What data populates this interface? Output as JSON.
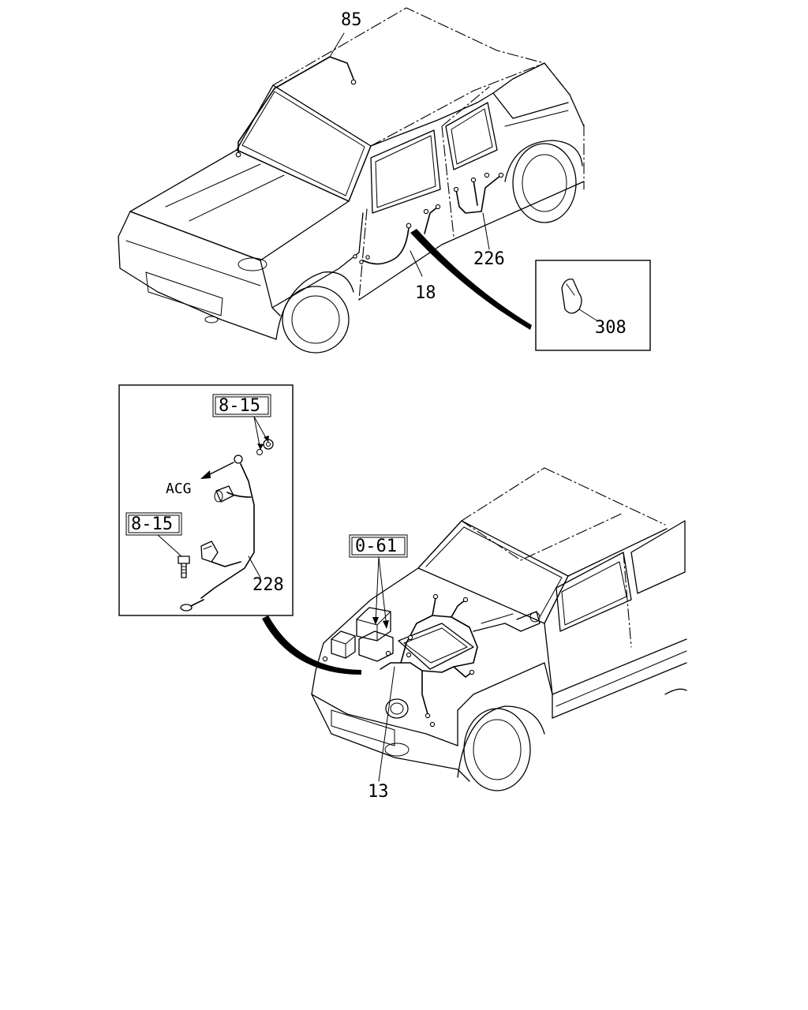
{
  "callouts": {
    "c85": "85",
    "c226": "226",
    "c18": "18",
    "c308": "308",
    "c228": "228",
    "c13": "13",
    "acg": "ACG"
  },
  "refs": {
    "ref_8_15_top": "8-15",
    "ref_8_15_bottom": "8-15",
    "ref_0_61": "0-61"
  }
}
